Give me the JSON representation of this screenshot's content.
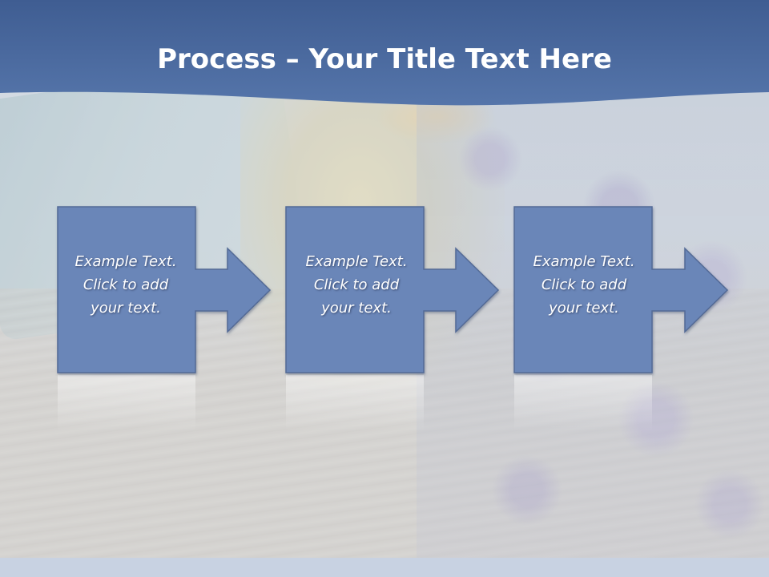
{
  "slide": {
    "title": {
      "strong": "Process",
      "rest": " – Your Title Text Here"
    },
    "steps": [
      {
        "lines": [
          "Example Text.",
          "Click  to add",
          "your text."
        ]
      },
      {
        "lines": [
          "Example Text.",
          "Click  to add",
          "your text."
        ]
      },
      {
        "lines": [
          "Example Text.",
          "Click  to add",
          "your text."
        ]
      }
    ]
  },
  "colors": {
    "header_band": "#4a6aa0",
    "box_fill": "#6a86b8",
    "box_stroke": "#5a6f98",
    "footer": "#c8d2e2"
  }
}
